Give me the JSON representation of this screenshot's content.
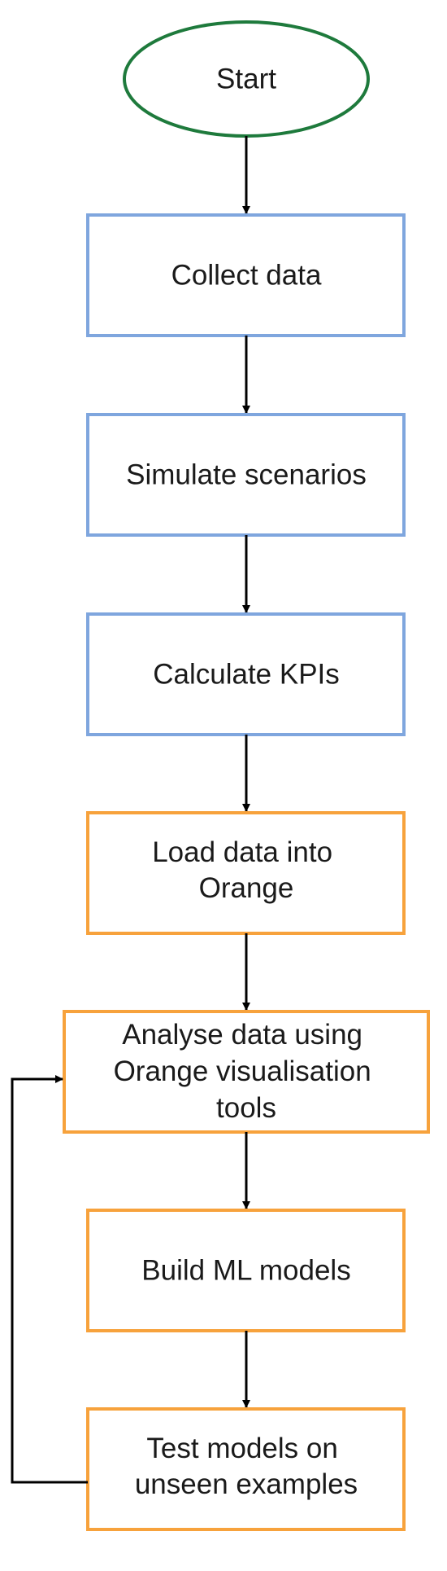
{
  "colors": {
    "start": "#1e7a3c",
    "data_stage": "#7fa6de",
    "orange_stage": "#f7a23c",
    "connector": "#000000",
    "text": "#1a1a1a"
  },
  "nodes": {
    "start": {
      "label": "Start"
    },
    "collect": {
      "label": "Collect data"
    },
    "simulate": {
      "label": "Simulate scenarios"
    },
    "kpis": {
      "label": "Calculate KPIs"
    },
    "load": {
      "line1": "Load data into",
      "line2": "Orange"
    },
    "analyse": {
      "line1": "Analyse data using",
      "line2": "Orange visualisation",
      "line3": "tools"
    },
    "build": {
      "label": "Build ML models"
    },
    "test": {
      "line1": "Test models on",
      "line2": "unseen examples"
    }
  }
}
